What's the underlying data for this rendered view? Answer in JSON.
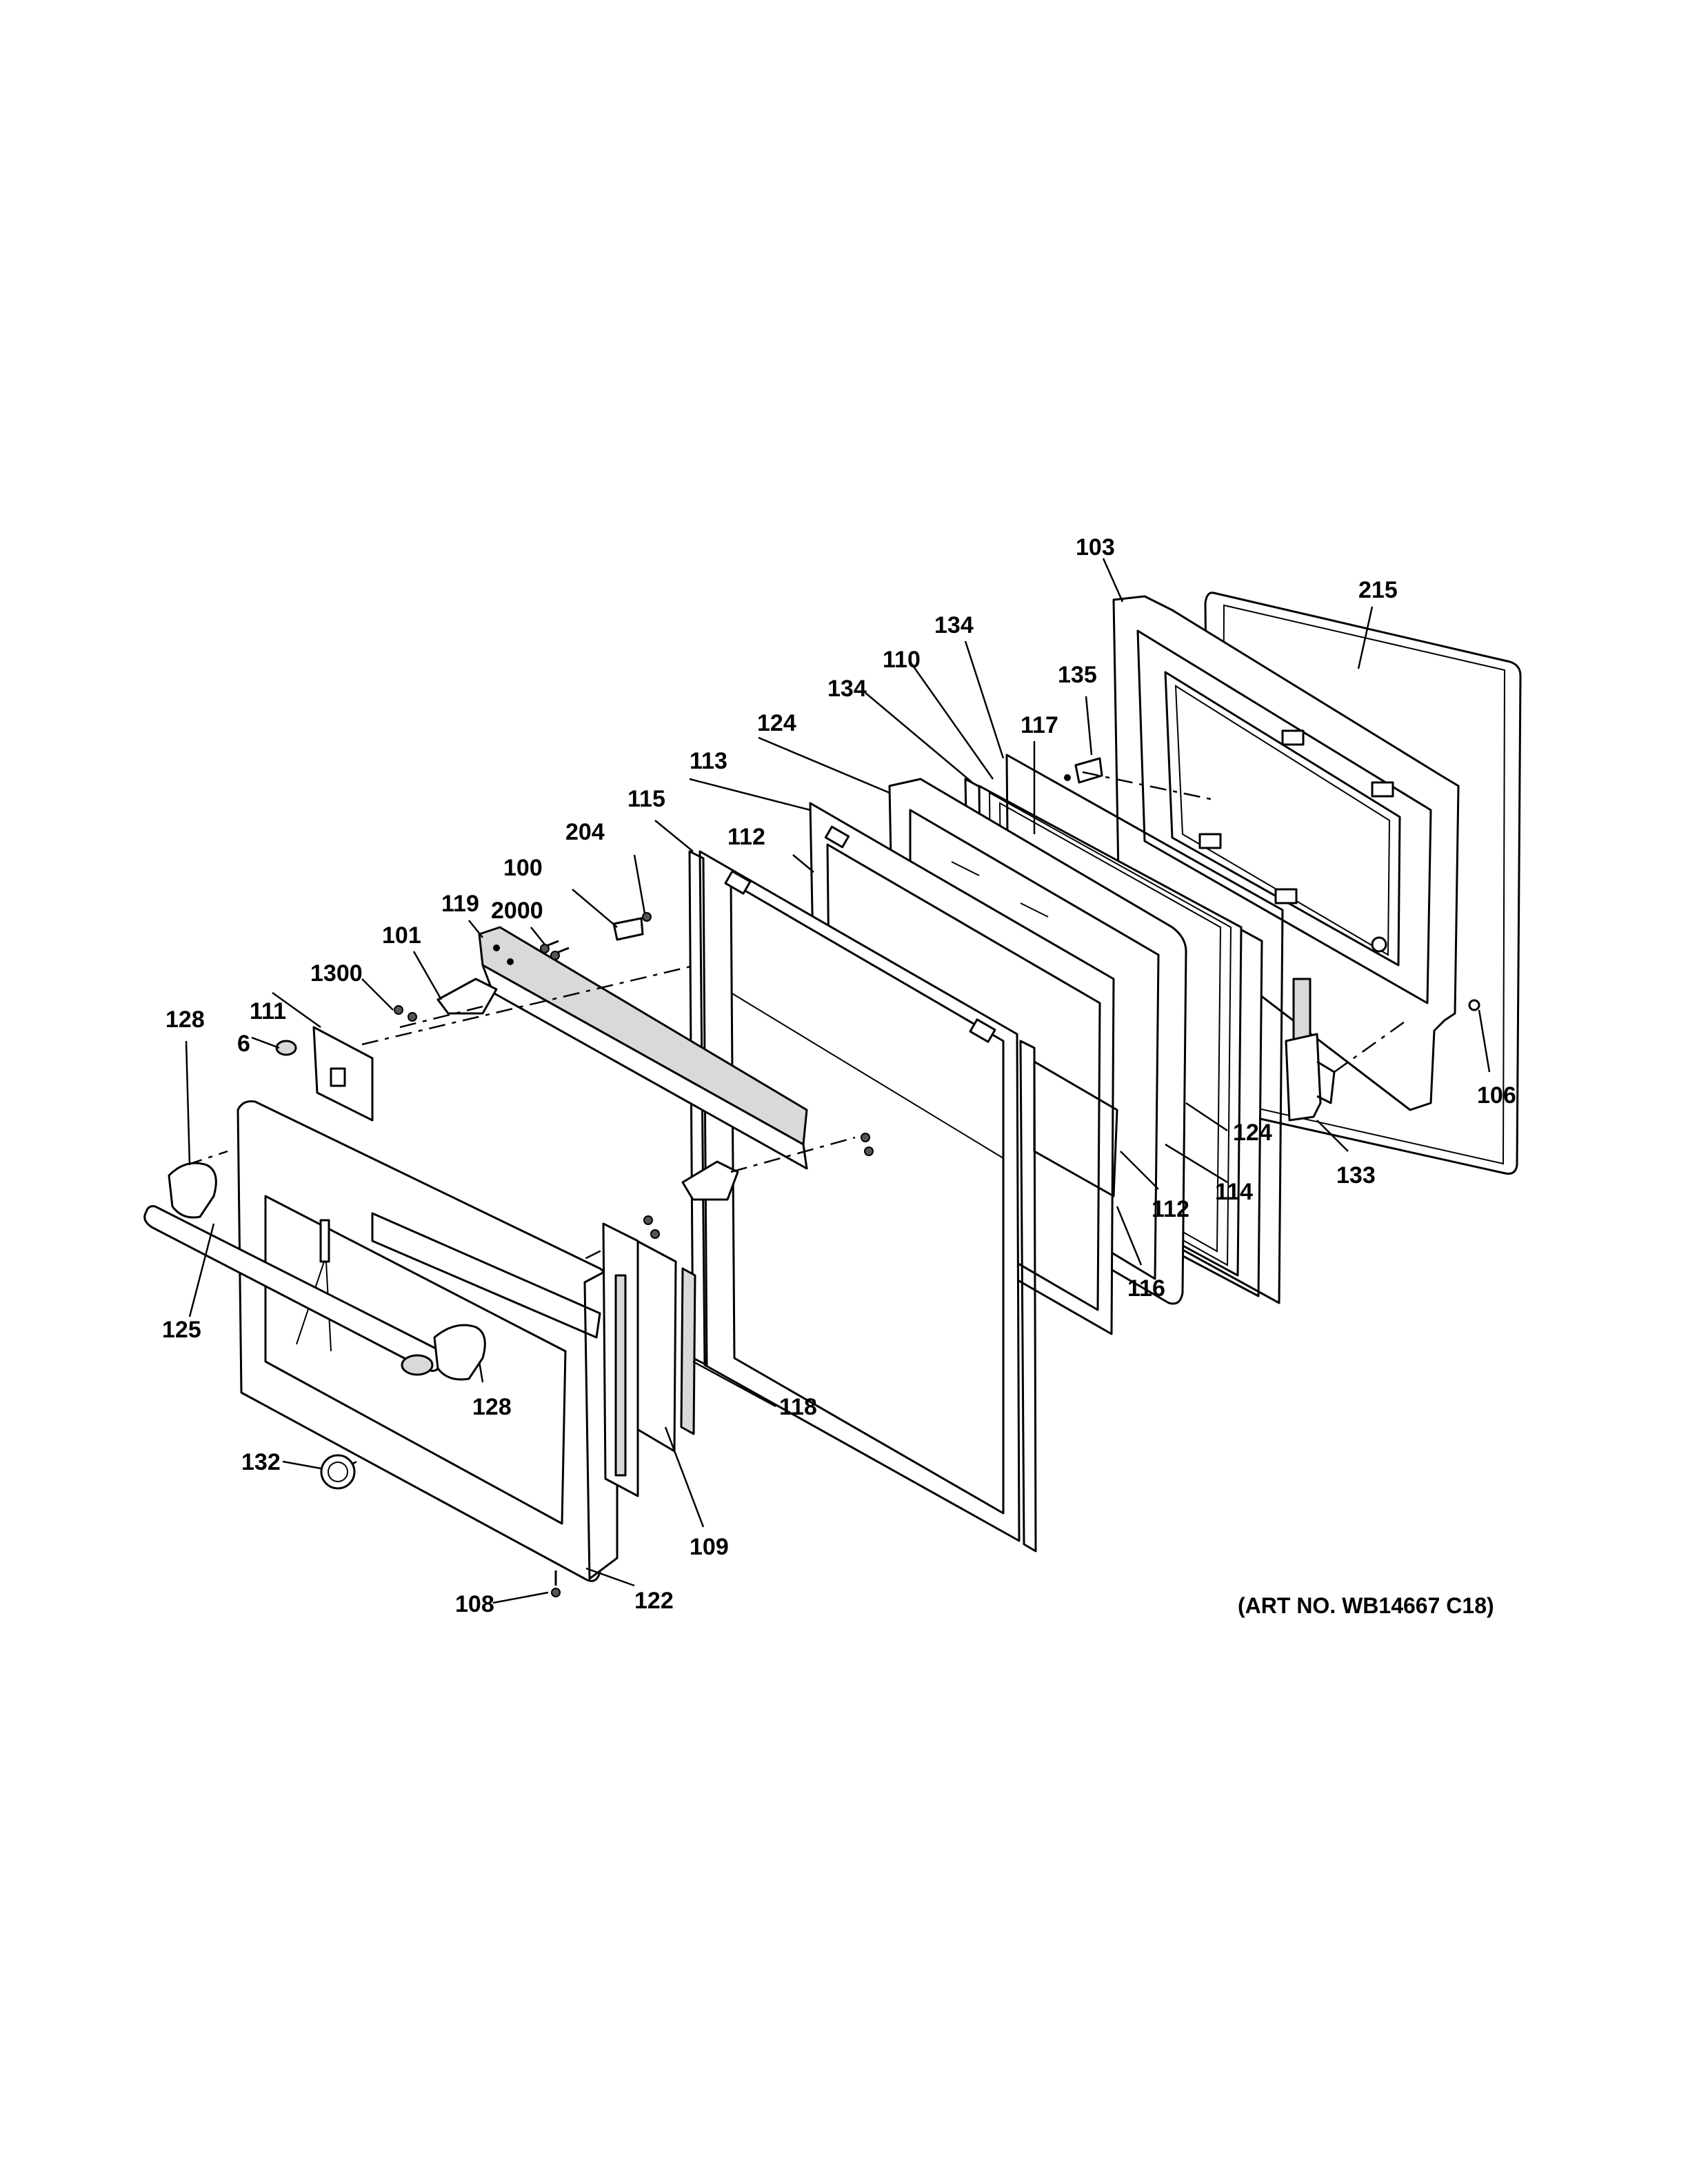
{
  "art_number": "(ART NO. WB14667 C18)",
  "callouts": [
    {
      "id": "c-103",
      "label": "103"
    },
    {
      "id": "c-215",
      "label": "215"
    },
    {
      "id": "c-134a",
      "label": "134"
    },
    {
      "id": "c-110",
      "label": "110"
    },
    {
      "id": "c-135",
      "label": "135"
    },
    {
      "id": "c-134b",
      "label": "134"
    },
    {
      "id": "c-117",
      "label": "117"
    },
    {
      "id": "c-124a",
      "label": "124"
    },
    {
      "id": "c-113",
      "label": "113"
    },
    {
      "id": "c-115",
      "label": "115"
    },
    {
      "id": "c-112a",
      "label": "112"
    },
    {
      "id": "c-204",
      "label": "204"
    },
    {
      "id": "c-100",
      "label": "100"
    },
    {
      "id": "c-119",
      "label": "119"
    },
    {
      "id": "c-2000",
      "label": "2000"
    },
    {
      "id": "c-101",
      "label": "101"
    },
    {
      "id": "c-1300",
      "label": "1300"
    },
    {
      "id": "c-111",
      "label": "111"
    },
    {
      "id": "c-6",
      "label": "6"
    },
    {
      "id": "c-128a",
      "label": "128"
    },
    {
      "id": "c-106",
      "label": "106"
    },
    {
      "id": "c-124b",
      "label": "124"
    },
    {
      "id": "c-133",
      "label": "133"
    },
    {
      "id": "c-114",
      "label": "114"
    },
    {
      "id": "c-112b",
      "label": "112"
    },
    {
      "id": "c-116",
      "label": "116"
    },
    {
      "id": "c-125",
      "label": "125"
    },
    {
      "id": "c-128b",
      "label": "128"
    },
    {
      "id": "c-118",
      "label": "118"
    },
    {
      "id": "c-132",
      "label": "132"
    },
    {
      "id": "c-109",
      "label": "109"
    },
    {
      "id": "c-108",
      "label": "108"
    },
    {
      "id": "c-122",
      "label": "122"
    }
  ]
}
